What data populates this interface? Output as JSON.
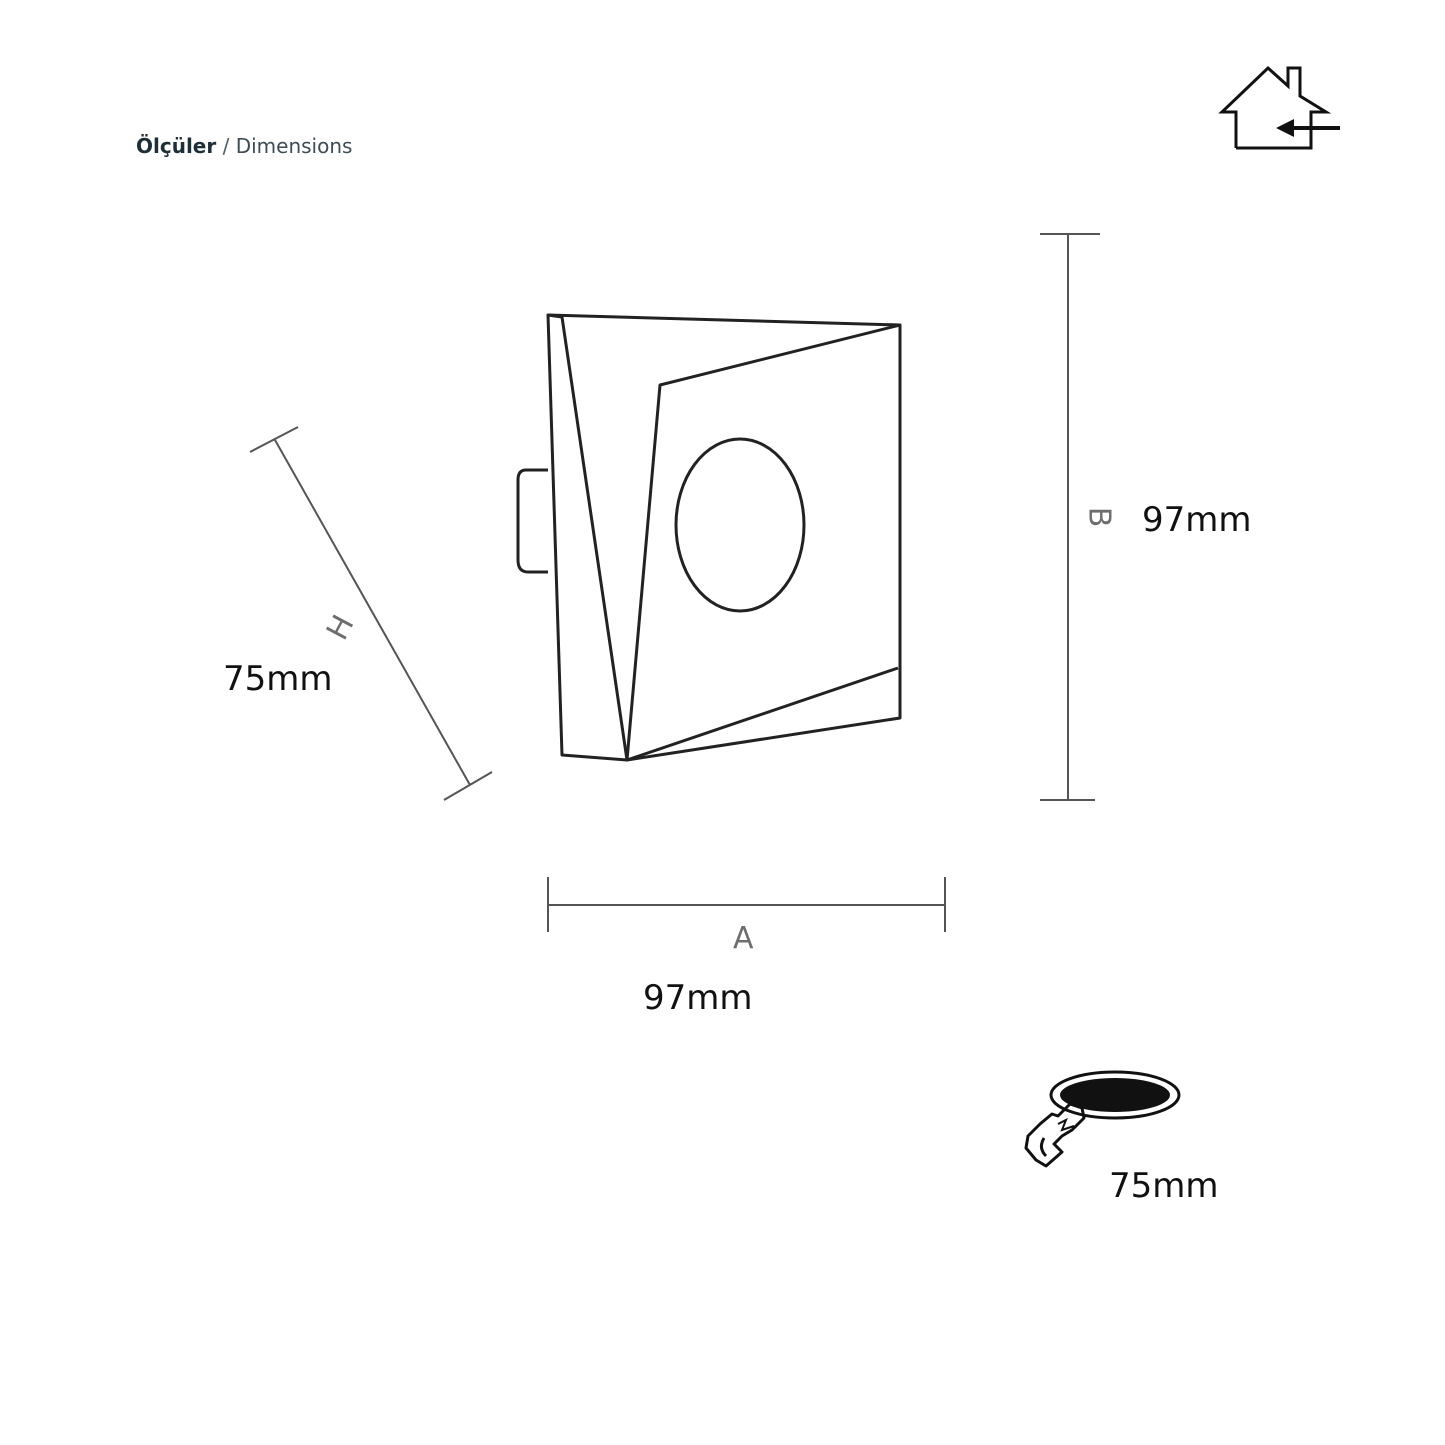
{
  "title": {
    "turkish": "Ölçüler",
    "separator": "/",
    "english": "Dimensions"
  },
  "dimensions": {
    "width": {
      "letter": "A",
      "value": "97mm"
    },
    "height": {
      "letter": "B",
      "value": "97mm"
    },
    "depth": {
      "letter": "H",
      "value": "75mm"
    },
    "cutout": {
      "value": "75mm"
    }
  },
  "icons": {
    "indoor": "house-with-arrow-icon",
    "cutout": "recessed-ceiling-hole-icon"
  },
  "colors": {
    "line": "#222222",
    "dimension_line": "#555555",
    "text": "#111111",
    "letter": "#6e6e6e"
  }
}
